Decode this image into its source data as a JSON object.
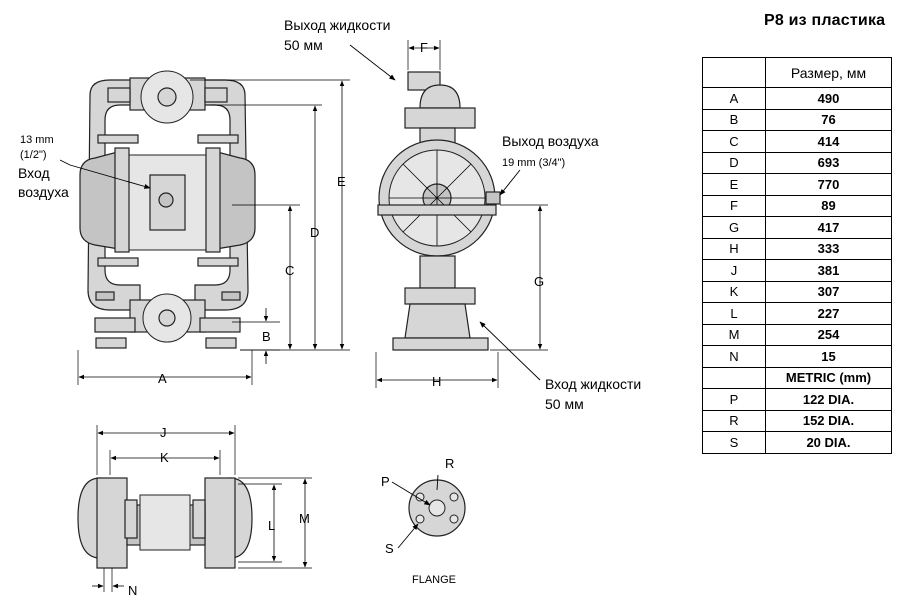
{
  "title": "P8 из пластика",
  "table": {
    "header": "Размер, мм",
    "rows": [
      {
        "key": "A",
        "value": "490"
      },
      {
        "key": "B",
        "value": "76"
      },
      {
        "key": "C",
        "value": "414"
      },
      {
        "key": "D",
        "value": "693"
      },
      {
        "key": "E",
        "value": "770"
      },
      {
        "key": "F",
        "value": "89"
      },
      {
        "key": "G",
        "value": "417"
      },
      {
        "key": "H",
        "value": "333"
      },
      {
        "key": "J",
        "value": "381"
      },
      {
        "key": "K",
        "value": "307"
      },
      {
        "key": "L",
        "value": "227"
      },
      {
        "key": "M",
        "value": "254"
      },
      {
        "key": "N",
        "value": "15"
      }
    ],
    "metric_label": "METRIC (mm)",
    "metric_rows": [
      {
        "key": "P",
        "value": "122 DIA."
      },
      {
        "key": "R",
        "value": "152 DIA."
      },
      {
        "key": "S",
        "value": "20 DIA."
      }
    ]
  },
  "callouts": {
    "fluid_outlet_line1": "Выход жидкости",
    "fluid_outlet_line2": "50 мм",
    "air_outlet": "Выход воздуха",
    "air_outlet_size": "19 mm (3/4\")",
    "air_inlet_size_line1": "13 mm",
    "air_inlet_size_line2": "(1/2\")",
    "air_inlet_line1": "Вход",
    "air_inlet_line2": "воздуха",
    "fluid_inlet_line1": "Вход жидкости",
    "fluid_inlet_line2": "50 мм",
    "flange_caption": "FLANGE"
  },
  "dimension_letters": {
    "a": "A",
    "b": "B",
    "c": "C",
    "d": "D",
    "e": "E",
    "f": "F",
    "g": "G",
    "h": "H",
    "j": "J",
    "k": "K",
    "l": "L",
    "m": "M",
    "n": "N",
    "p": "P",
    "r": "R",
    "s": "S"
  }
}
